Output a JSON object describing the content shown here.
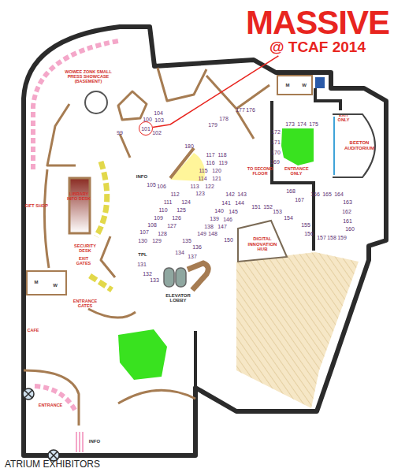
{
  "diagram": {
    "caption": "ATRIUM EXHIBITORS",
    "nodes": [
      {
        "text": [
          "MASSIVE",
          "@ TCAF 2014"
        ]
      },
      {
        "text": [
          "101"
        ]
      },
      {
        "text": [
          "BEETON AUDITORIUM"
        ]
      },
      {
        "text": [
          "DIGITAL INNOVATION HUB"
        ]
      }
    ],
    "edges": [
      {
        "from": 0,
        "to": 1,
        "arrow": "none"
      }
    ],
    "labels": [
      "WOWEE ZONK SMALL PRESS SHOWCASE (BASEMENT)",
      "104",
      "100",
      "103",
      "99",
      "102",
      "177",
      "176",
      "178",
      "179",
      "180",
      "INFO",
      "105",
      "106",
      "117",
      "118",
      "116",
      "119",
      "115",
      "120",
      "114",
      "121",
      "113",
      "122",
      "123",
      "112",
      "111",
      "124",
      "110",
      "125",
      "109",
      "126",
      "108",
      "127",
      "107",
      "128",
      "130",
      "129",
      "142",
      "143",
      "141",
      "144",
      "140",
      "145",
      "139",
      "146",
      "138",
      "147",
      "149",
      "148",
      "150",
      "135",
      "134",
      "136",
      "137",
      "131",
      "132",
      "133",
      "TPL",
      "ELEVATOR LOBBY",
      "M",
      "W",
      "173",
      "174",
      "175",
      "EXIT ONLY",
      "172",
      "171",
      "170",
      "169",
      "TO SECOND FLOOR",
      "ENTRANCE ONLY",
      "168",
      "167",
      "166",
      "165",
      "164",
      "163",
      "162",
      "161",
      "160",
      "151",
      "152",
      "153",
      "154",
      "155",
      "156",
      "157",
      "158",
      "159",
      "GIFT SHOP",
      "LIBRARY INFO DESK",
      "SECURITY DESK",
      "EXIT GATES",
      "ENTRANCE GATES",
      "M",
      "W",
      "CAFE",
      "ENTRANCE",
      "INFO"
    ]
  }
}
